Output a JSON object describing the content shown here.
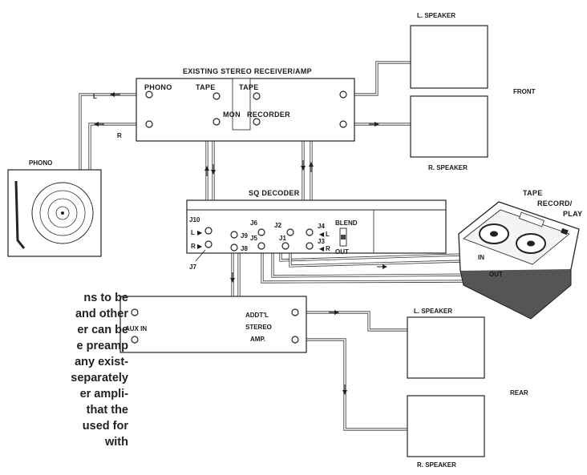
{
  "receiver": {
    "title": "EXISTING STEREO RECEIVER/AMP",
    "phono": "PHONO",
    "tape_left": "TAPE",
    "tape_right": "TAPE",
    "mon": "MON",
    "recorder": "RECORDER",
    "l": "L",
    "r": "R"
  },
  "phono_unit": {
    "label": "PHONO"
  },
  "front": {
    "label": "FRONT",
    "left_speaker": "L. SPEAKER",
    "right_speaker": "R. SPEAKER"
  },
  "decoder": {
    "title": "SQ DECODER",
    "j10": "J10",
    "j10_l": "L",
    "j7_r": "R",
    "j7": "J7",
    "j9": "J9",
    "j8": "J8",
    "j6": "J6",
    "j5": "J5",
    "j2": "J2",
    "j1": "J1",
    "j4": "J4",
    "j4_l": "L",
    "j3": "J3",
    "j3_r": "R",
    "blend": "BLEND",
    "out": "OUT"
  },
  "tape_recorder": {
    "title_line1": "TAPE",
    "title_line2": "RECORD/",
    "title_line3": "PLAY",
    "in": "IN",
    "out": "OUT"
  },
  "aux_amp": {
    "aux_in": "AUX IN",
    "line1": "ADDT'L",
    "line2": "STEREO",
    "line3": "AMP."
  },
  "rear": {
    "label": "REAR",
    "left_speaker": "L. SPEAKER",
    "right_speaker": "R. SPEAKER"
  },
  "caption": {
    "lines": [
      "ns to be",
      "and other",
      "er can be",
      "e preamp",
      "any exist-",
      "separately",
      "er ampli-",
      "that  the",
      "used  for",
      "with"
    ]
  }
}
